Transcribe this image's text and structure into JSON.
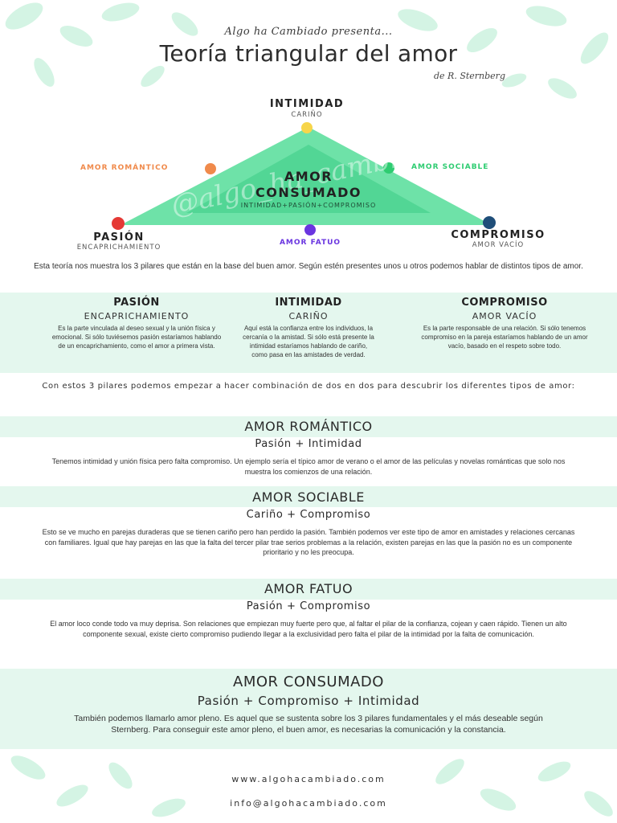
{
  "header": {
    "kicker": "Algo ha Cambiado presenta...",
    "title": "Teoría triangular del amor",
    "author": "de R. Sternberg"
  },
  "diagram": {
    "watermark": "@algo_ha_cambiado",
    "center_title_1": "AMOR",
    "center_title_2": "CONSUMADO",
    "center_subtitle": "INTIMIDAD+PASIÓN+COMPROMISO",
    "top": {
      "label": "INTIMIDAD",
      "sub": "CARIÑO",
      "color": "#f7d54a"
    },
    "left": {
      "label": "PASIÓN",
      "sub": "ENCAPRICHAMIENTO",
      "color": "#e53935"
    },
    "right": {
      "label": "COMPROMISO",
      "sub": "AMOR VACÍO",
      "color": "#1f4e79"
    },
    "romantic": {
      "label": "AMOR ROMÁNTICO",
      "color": "#f08a4b"
    },
    "sociable": {
      "label": "AMOR SOCIABLE",
      "color": "#2ecc71"
    },
    "fatuo": {
      "label": "AMOR FATUO",
      "color": "#6a35e0"
    },
    "triangle_color": "#6ee2a8",
    "inner_color": "#3fcf88"
  },
  "intro": "Esta teoría nos muestra los 3 pilares que están en la base del buen amor. Según estén presentes unos u otros podemos hablar de distintos tipos de amor.",
  "pillars": [
    {
      "title": "PASIÓN",
      "sub": "ENCAPRICHAMIENTO",
      "body": "Es la parte vinculada al deseo sexual y la unión física y emocional. Si sólo tuviésemos pasión estaríamos hablando de un encaprichamiento, como el amor a primera vista."
    },
    {
      "title": "INTIMIDAD",
      "sub": "CARIÑO",
      "body": "Aquí está la confianza entre los individuos, la cercanía o la amistad. Si sólo está presente la intimidad estaríamos hablando de cariño, como pasa en las amistades de verdad."
    },
    {
      "title": "COMPROMISO",
      "sub": "AMOR VACÍO",
      "body": "Es la parte responsable de una relación. Si sólo tenemos compromiso en la pareja estaríamos hablando de un amor vacío, basado en el respeto sobre todo."
    }
  ],
  "combo_intro": "Con estos 3 pilares podemos empezar a hacer combinación de dos en dos para descubrir los diferentes tipos de amor:",
  "sections": [
    {
      "title": "AMOR ROMÁNTICO",
      "sub": "Pasión + Intimidad",
      "body": "Tenemos intimidad y unión física pero falta compromiso. Un ejemplo sería el típico amor de verano o el amor de las películas y novelas románticas que solo nos muestra los comienzos de una relación."
    },
    {
      "title": "AMOR SOCIABLE",
      "sub": "Cariño + Compromiso",
      "body": "Esto se ve mucho en parejas duraderas que se tienen cariño pero han perdido la pasión. También podemos ver este tipo de amor en amistades y relaciones cercanas con familiares. Igual que hay parejas en las que la falta del tercer pilar trae serios problemas a la relación, existen parejas en las que la pasión no es un componente prioritario y no les preocupa."
    },
    {
      "title": "AMOR FATUO",
      "sub": "Pasión + Compromiso",
      "body": "El amor loco conde todo va muy deprisa. Son relaciones que empiezan muy fuerte pero que, al faltar el pilar de la confianza, cojean y caen rápido. Tienen un alto componente sexual, existe cierto compromiso pudiendo llegar a la exclusividad pero falta el pilar de la intimidad por la falta de comunicación."
    },
    {
      "title": "AMOR CONSUMADO",
      "sub": "Pasión + Compromiso + Intimidad",
      "body": "También podemos llamarlo amor pleno. Es aquel que se sustenta sobre los 3 pilares fundamentales y el más deseable según Sternberg.  Para conseguir este amor pleno, el buen amor, es necesarias la comunicación y la constancia."
    }
  ],
  "footer": {
    "website": "www.algohacambiado.com",
    "email": "info@algohacambiado.com"
  },
  "colors": {
    "band": "#e4f7ee",
    "leaf": "#c9f1dc"
  }
}
